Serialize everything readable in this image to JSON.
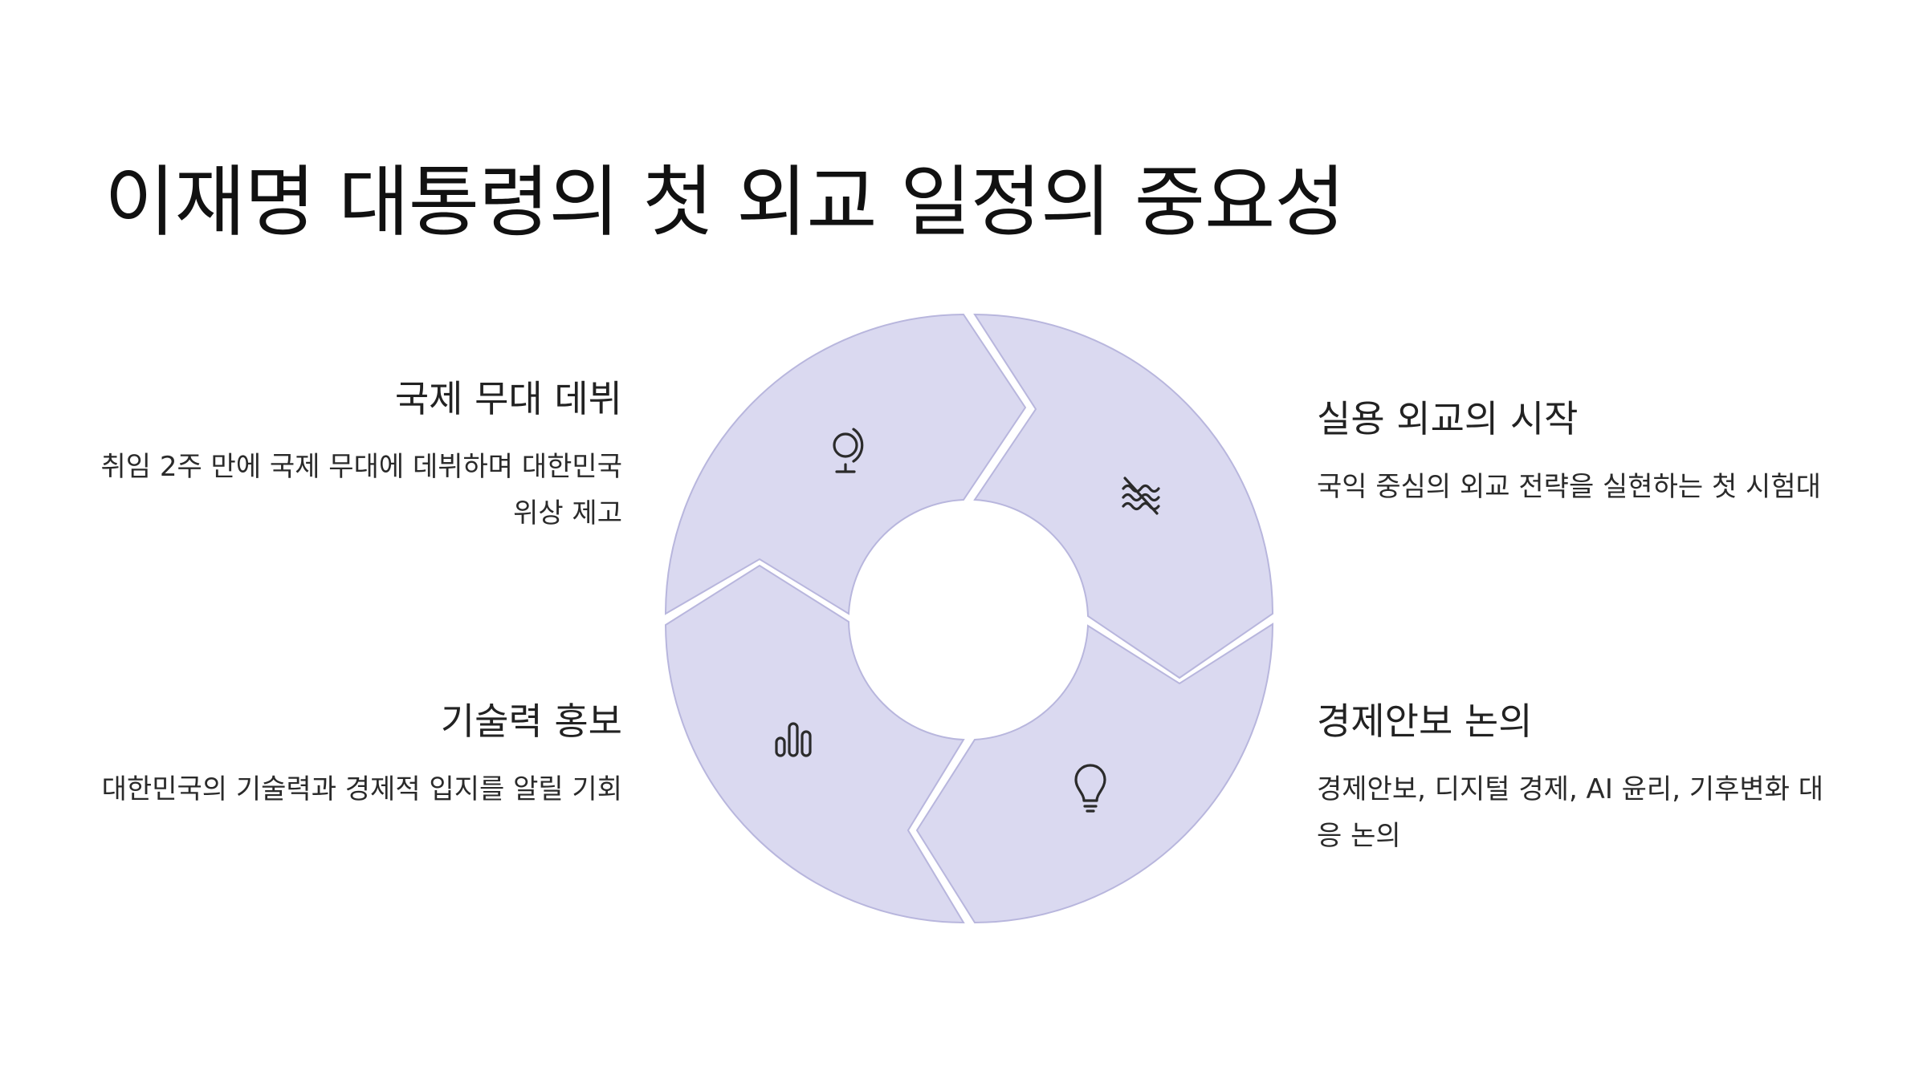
{
  "title": "이재명 대통령의 첫 외교 일정의 중요성",
  "items": [
    {
      "heading": "국제 무대 데뷔",
      "text": "취임 2주 만에 국제 무대에 데뷔하며 대한민국 위상 제고",
      "icon": "globe-icon"
    },
    {
      "heading": "실용 외교의 시작",
      "text": "국익 중심의 외교 전략을 실현하는 첫 시험대",
      "icon": "waves-slash-icon"
    },
    {
      "heading": "기술력 홍보",
      "text": "대한민국의 기술력과 경제적 입지를 알릴 기회",
      "icon": "bar-chart-icon"
    },
    {
      "heading": "경제안보 논의",
      "text": "경제안보, 디지털 경제, AI 윤리, 기후변화 대응 논의",
      "icon": "lightbulb-icon"
    }
  ],
  "colors": {
    "segment_fill": "#dad9f0",
    "segment_stroke": "#b8b6dd",
    "text": "#1f1f1f"
  }
}
